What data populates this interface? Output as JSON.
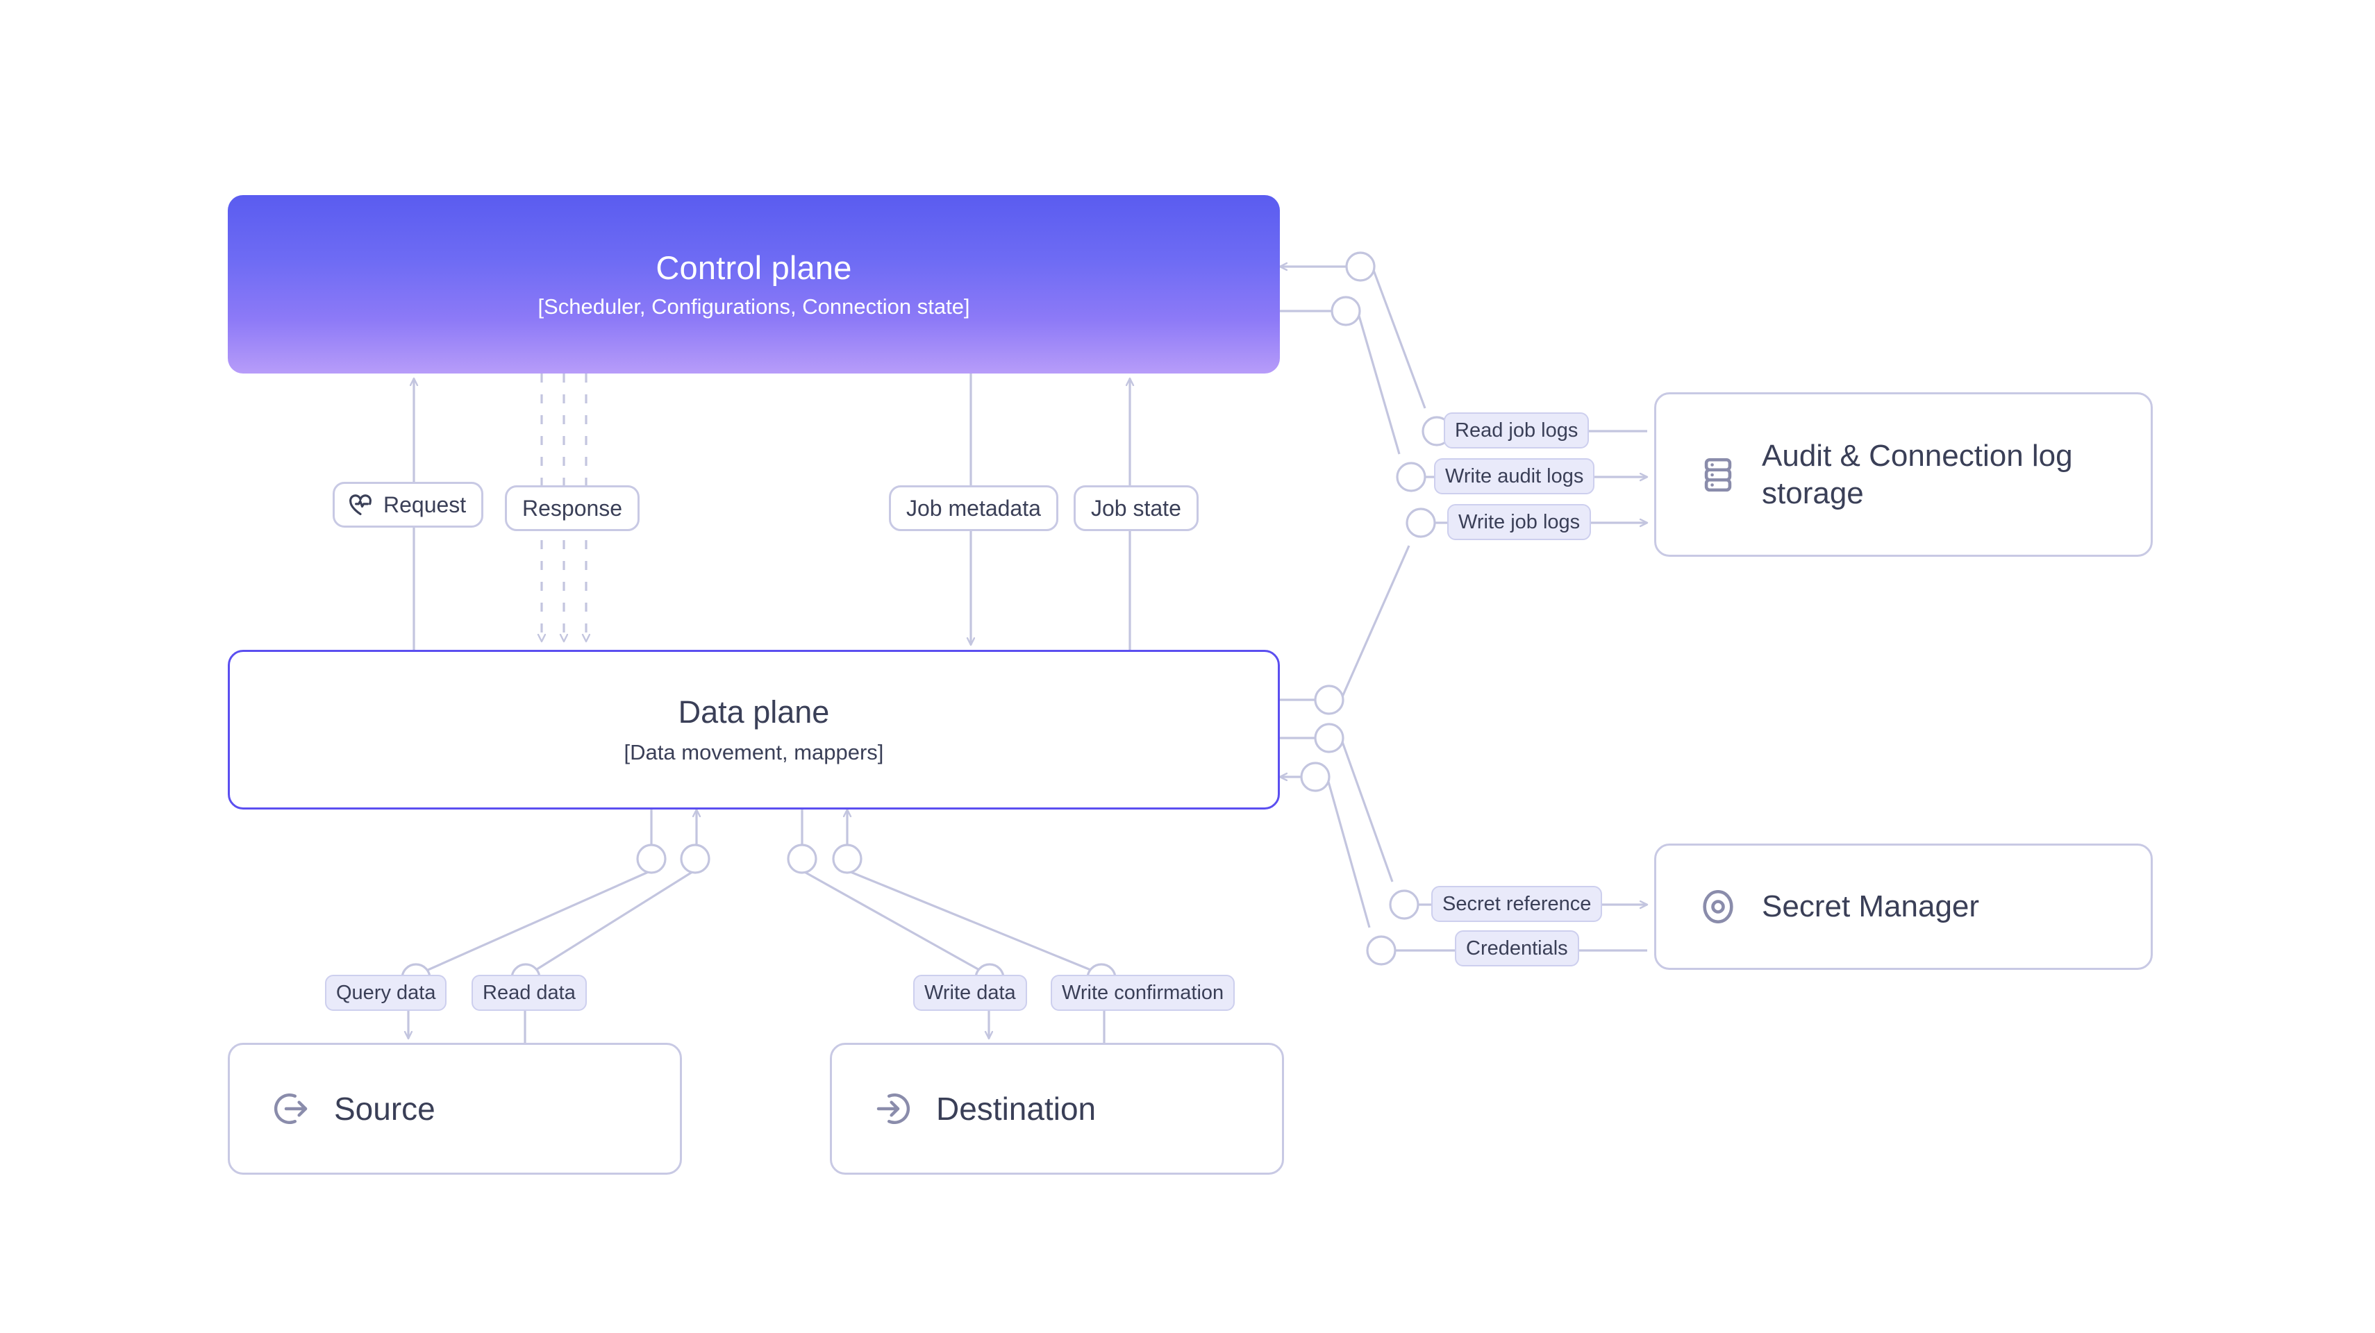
{
  "diagram": {
    "title": "Control plane / Data plane architecture",
    "background": "#ffffff",
    "colors": {
      "control_plane_gradient_start": "#5a5cf0",
      "control_plane_gradient_end": "#b79cf9",
      "data_plane_border": "#5b4ff0",
      "card_border": "#c8c9e4",
      "chip_fill": "#e9eafa",
      "chip_fill_border": "#cdcfee",
      "edge": "#c3c5df",
      "text_dark": "#3a3f57",
      "icon_muted": "#8a8cab"
    }
  },
  "nodes": {
    "control_plane": {
      "title": "Control plane",
      "subtitle": "[Scheduler, Configurations, Connection state]"
    },
    "data_plane": {
      "title": "Data plane",
      "subtitle": "[Data movement, mappers]"
    },
    "audit_storage": {
      "label": "Audit & Connection log storage",
      "icon": "server-stack-icon"
    },
    "secret_manager": {
      "label": "Secret Manager",
      "icon": "target-eye-icon"
    },
    "source": {
      "label": "Source",
      "icon": "log-out-circle-icon"
    },
    "destination": {
      "label": "Destination",
      "icon": "log-in-circle-icon"
    }
  },
  "edge_labels": {
    "request": {
      "text": "Request",
      "icon": "heart-pulse-icon",
      "style": "white"
    },
    "response": {
      "text": "Response",
      "style": "white"
    },
    "job_metadata": {
      "text": "Job metadata",
      "style": "white"
    },
    "job_state": {
      "text": "Job state",
      "style": "white"
    },
    "read_job_logs": {
      "text": "Read job logs",
      "style": "filled"
    },
    "write_audit_logs": {
      "text": "Write audit logs",
      "style": "filled"
    },
    "write_job_logs": {
      "text": "Write job logs",
      "style": "filled"
    },
    "secret_reference": {
      "text": "Secret reference",
      "style": "filled"
    },
    "credentials": {
      "text": "Credentials",
      "style": "filled"
    },
    "query_data": {
      "text": "Query data",
      "style": "filled"
    },
    "read_data": {
      "text": "Read data",
      "style": "filled"
    },
    "write_data": {
      "text": "Write data",
      "style": "filled"
    },
    "write_confirmation": {
      "text": "Write confirmation",
      "style": "filled"
    }
  },
  "edges": [
    {
      "from": "data_plane",
      "to": "control_plane",
      "label": "request",
      "arrow": "up"
    },
    {
      "from": "control_plane",
      "to": "data_plane",
      "label": "response",
      "arrow": "down",
      "dashed": true
    },
    {
      "from": "control_plane",
      "to": "data_plane",
      "label": "job_metadata",
      "arrow": "down"
    },
    {
      "from": "data_plane",
      "to": "control_plane",
      "label": "job_state",
      "arrow": "up"
    },
    {
      "from": "audit_storage",
      "to": "control_plane",
      "label": "read_job_logs",
      "arrow": "left"
    },
    {
      "from": "control_plane",
      "to": "audit_storage",
      "label": "write_audit_logs",
      "arrow": "right"
    },
    {
      "from": "data_plane",
      "to": "audit_storage",
      "label": "write_job_logs",
      "arrow": "right"
    },
    {
      "from": "data_plane",
      "to": "secret_manager",
      "label": "secret_reference",
      "arrow": "right"
    },
    {
      "from": "secret_manager",
      "to": "data_plane",
      "label": "credentials",
      "arrow": "left"
    },
    {
      "from": "data_plane",
      "to": "source",
      "label": "query_data",
      "arrow": "down"
    },
    {
      "from": "source",
      "to": "data_plane",
      "label": "read_data",
      "arrow": "up"
    },
    {
      "from": "data_plane",
      "to": "destination",
      "label": "write_data",
      "arrow": "down"
    },
    {
      "from": "destination",
      "to": "data_plane",
      "label": "write_confirmation",
      "arrow": "up"
    }
  ]
}
